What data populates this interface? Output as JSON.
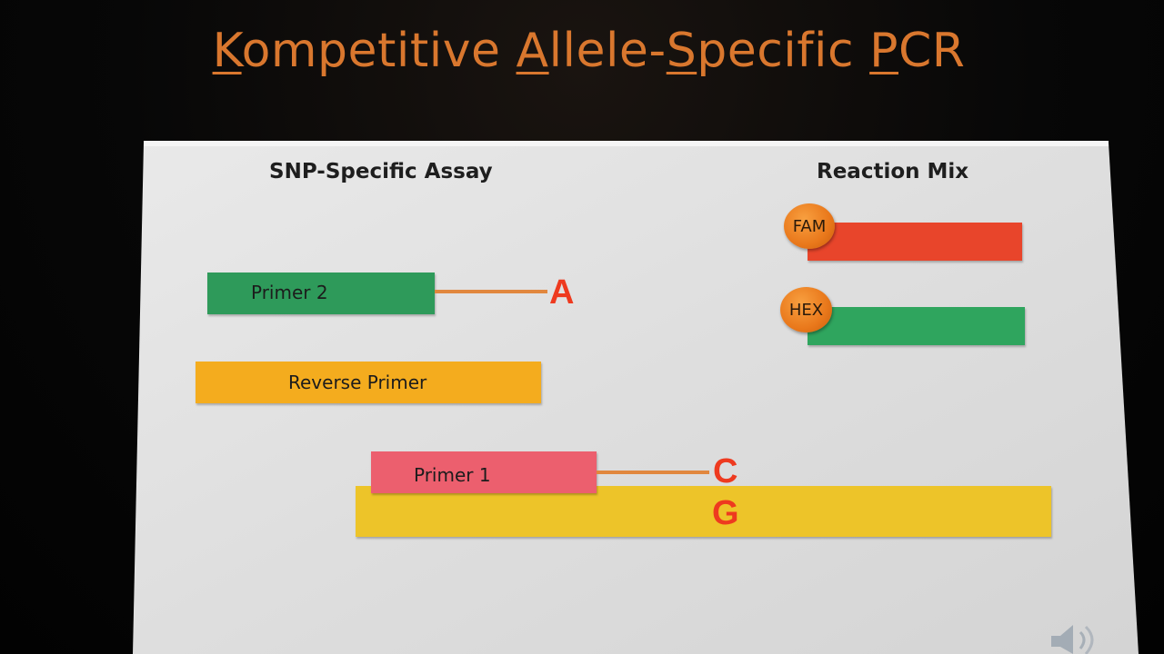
{
  "title": {
    "parts": [
      {
        "text": "K",
        "underline": true
      },
      {
        "text": "ompetitive ",
        "underline": false
      },
      {
        "text": "A",
        "underline": true
      },
      {
        "text": "llele-",
        "underline": false
      },
      {
        "text": "S",
        "underline": true
      },
      {
        "text": "pecific ",
        "underline": false
      },
      {
        "text": "P",
        "underline": true
      },
      {
        "text": "CR",
        "underline": false
      }
    ]
  },
  "headings": {
    "left": "SNP-Specific Assay",
    "right": "Reaction Mix"
  },
  "assay": {
    "primer2": {
      "label": "Primer 2",
      "allele": "A"
    },
    "reverse": {
      "label": "Reverse Primer"
    },
    "primer1": {
      "label": "Primer 1",
      "allele": "C"
    },
    "template": {
      "allele": "G"
    }
  },
  "reaction_mix": {
    "fam": {
      "label": "FAM"
    },
    "hex": {
      "label": "HEX"
    }
  },
  "colors": {
    "title": "#d9772e",
    "primer2": "#2e9a5a",
    "reverse": "#f4ac1e",
    "primer1": "#ec5f6e",
    "template": "#edc429",
    "fam_bar": "#e8452b",
    "hex_bar": "#2fa55e",
    "allele_text": "#ee3a1f",
    "tail": "#e1873e"
  },
  "icons": {
    "speaker": "speaker-icon"
  }
}
